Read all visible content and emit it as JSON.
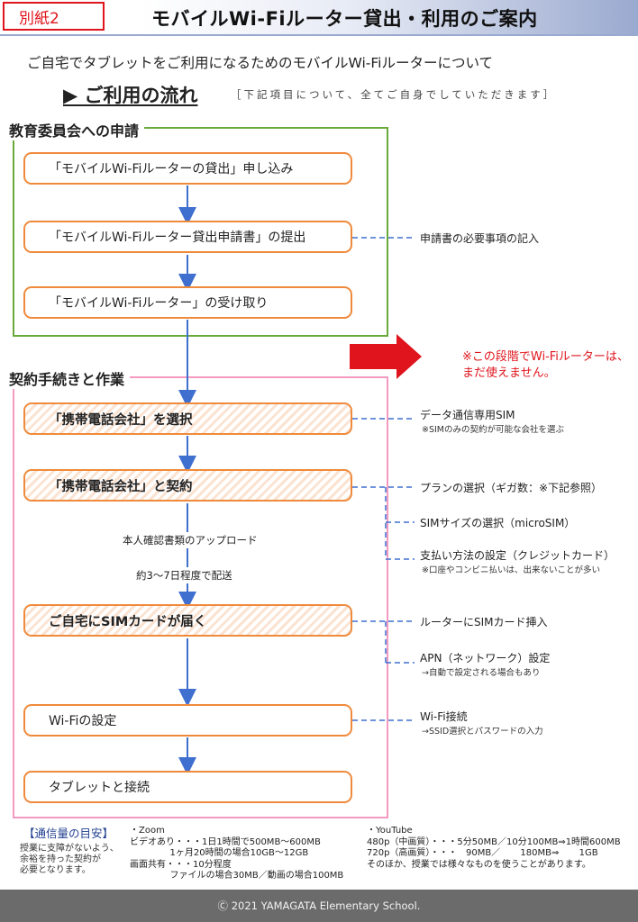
{
  "header": {
    "attachment_tag": "別紙2",
    "title": "モバイルWi-Fiルーター貸出・利用のご案内"
  },
  "intro": {
    "text": "ご自宅でタブレットをご利用になるためのモバイルWi-Fiルーターについて",
    "flow_heading": "▶ ご利用の流れ",
    "flow_note": "［下記項目について、全てご自身でしていただきます］"
  },
  "section_application": {
    "title": "教育委員会への申請",
    "steps": [
      "「モバイルWi-Fiルーターの貸出」申し込み",
      "「モバイルWi-Fiルーター貸出申請書」の提出",
      "「モバイルWi-Fiルーター」の受け取り"
    ],
    "side_note": "申請書の必要事項の記入"
  },
  "warning": {
    "line1": "※この段階でWi-Fiルーターは、",
    "line2": "まだ使えません。"
  },
  "section_contract": {
    "title": "契約手続きと作業",
    "steps": [
      "「携帯電話会社」を選択",
      "「携帯電話会社」と契約",
      "ご自宅にSIMカードが届く",
      "Wi-Fiの設定",
      "タブレットと接続"
    ],
    "middle_notes": [
      "本人確認書類のアップロード",
      "約3～7日程度で配送"
    ],
    "side_notes": {
      "select_main": "データ通信専用SIM",
      "select_sub": "※SIMのみの契約が可能な会社を選ぶ",
      "plan": "プランの選択（ギガ数：※下記参照）",
      "sim_size": "SIMサイズの選択（microSIM）",
      "payment_main": "支払い方法の設定（クレジットカード）",
      "payment_sub": "※口座やコンビニ払いは、出来ないことが多い",
      "insert_sim": "ルーターにSIMカード挿入",
      "apn_main": "APN（ネットワーク）設定",
      "apn_sub": "→自動で設定される場合もあり",
      "wifi_main": "Wi-Fi接続",
      "wifi_sub": "→SSID選択とパスワードの入力"
    }
  },
  "usage": {
    "label": "【通信量の目安】",
    "desc": [
      "授業に支障がないよう、",
      "余裕を持った契約が",
      "必要となります。"
    ],
    "zoom": [
      "・Zoom",
      "ビデオあり・・・1日1時間で500MB～600MB",
      "              1ヶ月20時間の場合10GB～12GB",
      "画面共有・・・10分程度",
      "              ファイルの場合30MB／動画の場合100MB"
    ],
    "youtube": [
      "・YouTube",
      "480p（中画質）・・・5分50MB／10分100MB⇒1時間600MB",
      "720p（高画質）・・・   90MB／       180MB⇒       1GB",
      "そのほか、授業では様々なものを使うことがあります。"
    ]
  },
  "footer": {
    "copyright": "Ⓒ 2021 YAMAGATA Elementary School."
  },
  "colors": {
    "accent_red": "#e0141c",
    "step_border": "#ef8a3c",
    "arrow_blue": "#3f6fcf",
    "frame_green": "#6aaa3a",
    "frame_pink": "#f49ac1"
  }
}
